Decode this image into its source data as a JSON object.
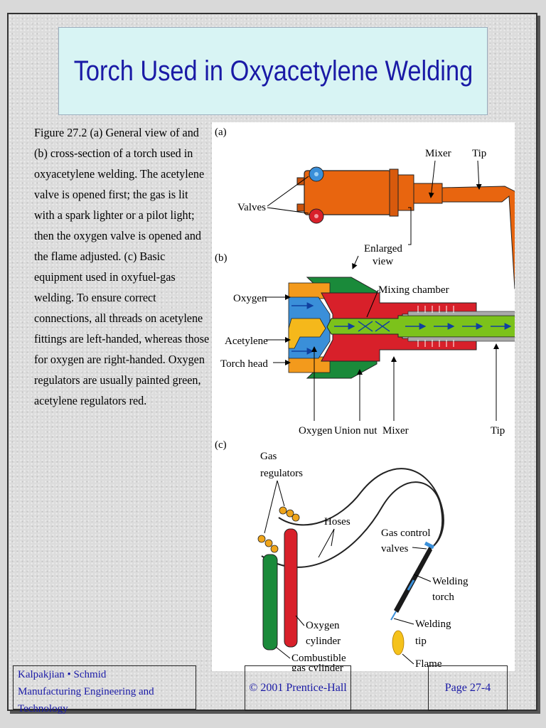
{
  "title": "Torch Used in Oxyacetylene Welding",
  "caption": "Figure 27.2  (a) General view of and (b) cross-section of a torch used in oxyacetylene welding.  The acetylene valve is opened first; the gas is lit with a spark lighter or a pilot light; then the oxygen valve is opened and the flame adjusted.  (c) Basic equipment used in oxyfuel-gas welding.  To ensure correct connections, all threads on acetylene fittings are left-handed, whereas those for oxygen are right-handed.  Oxygen regulators are usually painted green, acetylene regulators red.",
  "figure": {
    "part_a": {
      "tag": "(a)",
      "mixer": "Mixer",
      "tip": "Tip",
      "valves": "Valves",
      "enlarged_line1": "Enlarged",
      "enlarged_line2": "view"
    },
    "part_b": {
      "tag": "(b)",
      "mixing_chamber": "Mixing  chamber",
      "oxygen": "Oxygen",
      "acetylene": "Acetylene",
      "torch_head": "Torch head",
      "bottom_oxygen": "Oxygen",
      "union_nut": "Union  nut",
      "mixer": "Mixer",
      "tip": "Tip"
    },
    "part_c": {
      "tag": "(c)",
      "gas_regulators_line1": "Gas",
      "gas_regulators_line2": "regulators",
      "hoses": "Hoses",
      "gas_control_line1": "Gas  control",
      "gas_control_line2": "valves",
      "welding_torch_line1": "Welding",
      "welding_torch_line2": "torch",
      "welding_tip_line1": "Welding",
      "welding_tip_line2": "tip",
      "oxygen_cyl_line1": "Oxygen",
      "oxygen_cyl_line2": "cylinder",
      "combustible_line1": "Combustible",
      "combustible_line2": "gas  cylinder",
      "flame": "Flame"
    }
  },
  "footer": {
    "authors": "Kalpakjian • Schmid",
    "book": "Manufacturing Engineering and Technology",
    "copyright": "© 2001 Prentice-Hall",
    "page": "Page 27-4"
  },
  "colors": {
    "title_text": "#1a1aa6",
    "title_bg": "#d8f4f4",
    "torch_orange": "#e8650f",
    "oxygen_blue": "#3a8fd9",
    "acetylene_red": "#d8202a",
    "mix_green": "#7cc21b",
    "nut_green": "#1a8a3a",
    "acetylene_yellow": "#f5b81b"
  }
}
